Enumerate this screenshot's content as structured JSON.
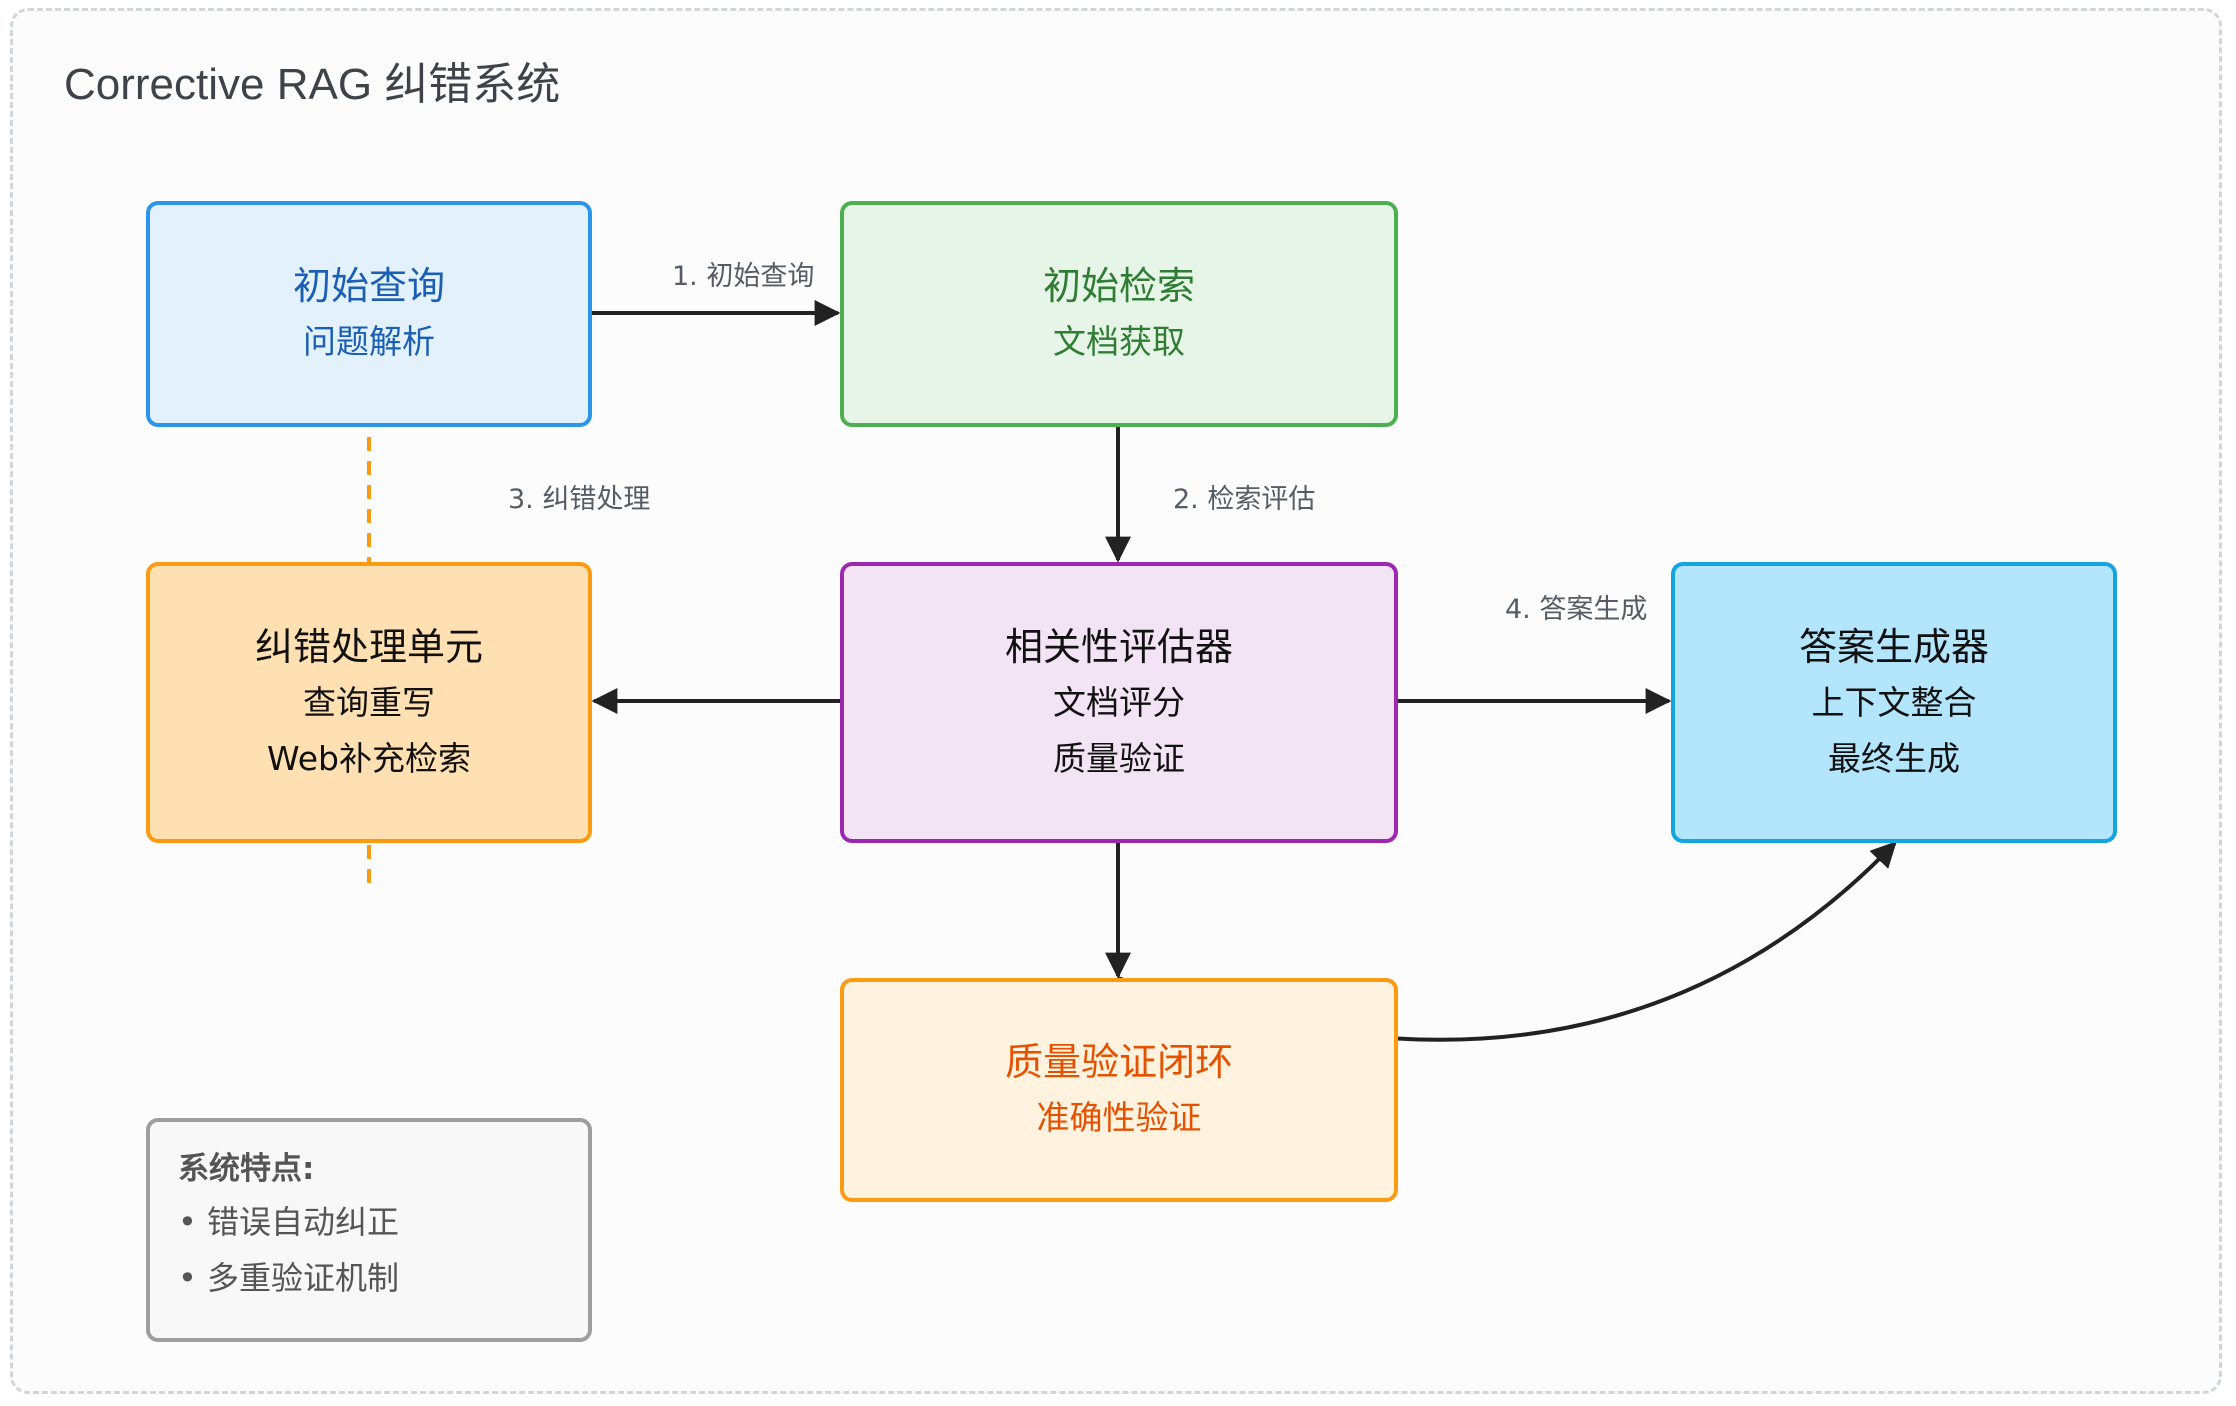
{
  "title": "Corrective RAG 纠错系统",
  "nodes": {
    "query": {
      "title": "初始查询",
      "lines": [
        "问题解析"
      ]
    },
    "retrieve": {
      "title": "初始检索",
      "lines": [
        "文档获取"
      ]
    },
    "correct": {
      "title": "纠错处理单元",
      "lines": [
        "查询重写",
        "Web补充检索"
      ]
    },
    "eval": {
      "title": "相关性评估器",
      "lines": [
        "文档评分",
        "质量验证"
      ]
    },
    "answer": {
      "title": "答案生成器",
      "lines": [
        "上下文整合",
        "最终生成"
      ]
    },
    "qloop": {
      "title": "质量验证闭环",
      "lines": [
        "准确性验证"
      ]
    }
  },
  "edges": {
    "e1": "1. 初始查询",
    "e2": "2. 检索评估",
    "e3": "3. 纠错处理",
    "e4": "4. 答案生成"
  },
  "features": {
    "title": "系统特点:",
    "items": [
      "• 错误自动纠正",
      "• 多重验证机制"
    ]
  },
  "colors": {
    "edge": "#222222",
    "dashed_edge": "#fb9b12"
  }
}
